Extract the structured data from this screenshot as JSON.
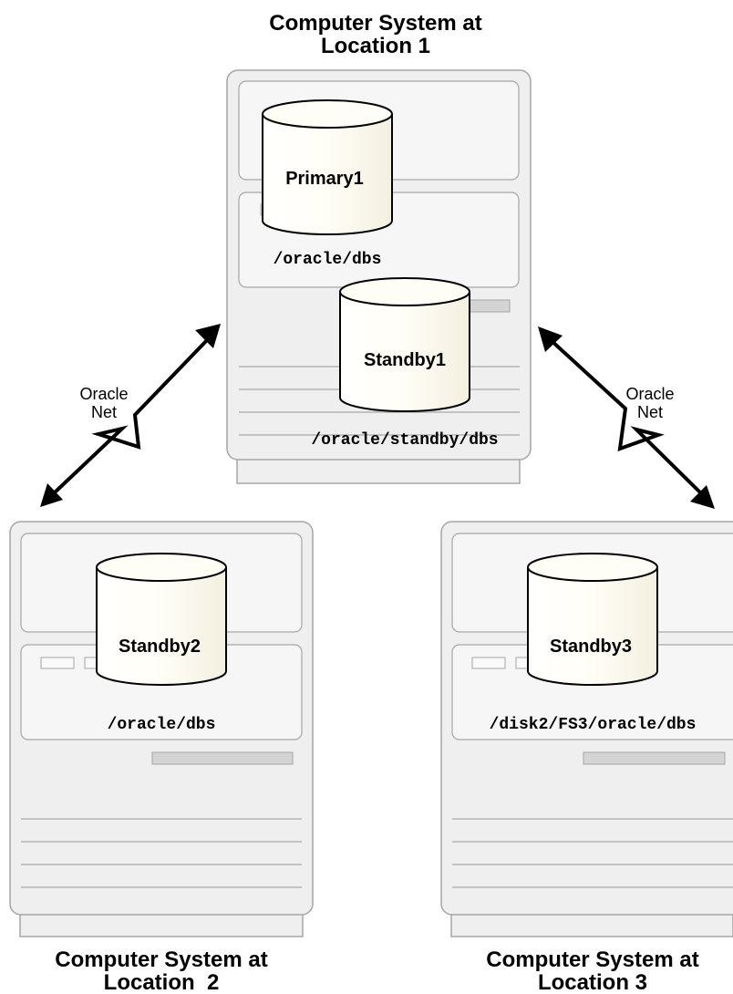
{
  "locations": [
    {
      "title_line1": "Computer System at",
      "title_line2": "Location 1",
      "databases": [
        {
          "name": "Primary1",
          "path": "/oracle/dbs"
        },
        {
          "name": "Standby1",
          "path": "/oracle/standby/dbs"
        }
      ]
    },
    {
      "title_line1": "Computer System at",
      "title_line2": "Location  2",
      "databases": [
        {
          "name": "Standby2",
          "path": "/oracle/dbs"
        }
      ]
    },
    {
      "title_line1": "Computer System at",
      "title_line2": "Location 3",
      "databases": [
        {
          "name": "Standby3",
          "path": "/disk2/FS3/oracle/dbs"
        }
      ]
    }
  ],
  "links": [
    {
      "label_line1": "Oracle",
      "label_line2": "Net",
      "connects": "Location 1 - Location 2"
    },
    {
      "label_line1": "Oracle",
      "label_line2": "Net",
      "connects": "Location 1 - Location 3"
    }
  ],
  "colors": {
    "computer_fill": "#efefef",
    "computer_stroke": "#a6a6a6",
    "panel_fill": "#f6f6f6",
    "slot_fill": "#d4d4d4",
    "cylinder_fill": "#fffdf2",
    "cylinder_stroke": "#000000",
    "arrow": "#000000"
  }
}
